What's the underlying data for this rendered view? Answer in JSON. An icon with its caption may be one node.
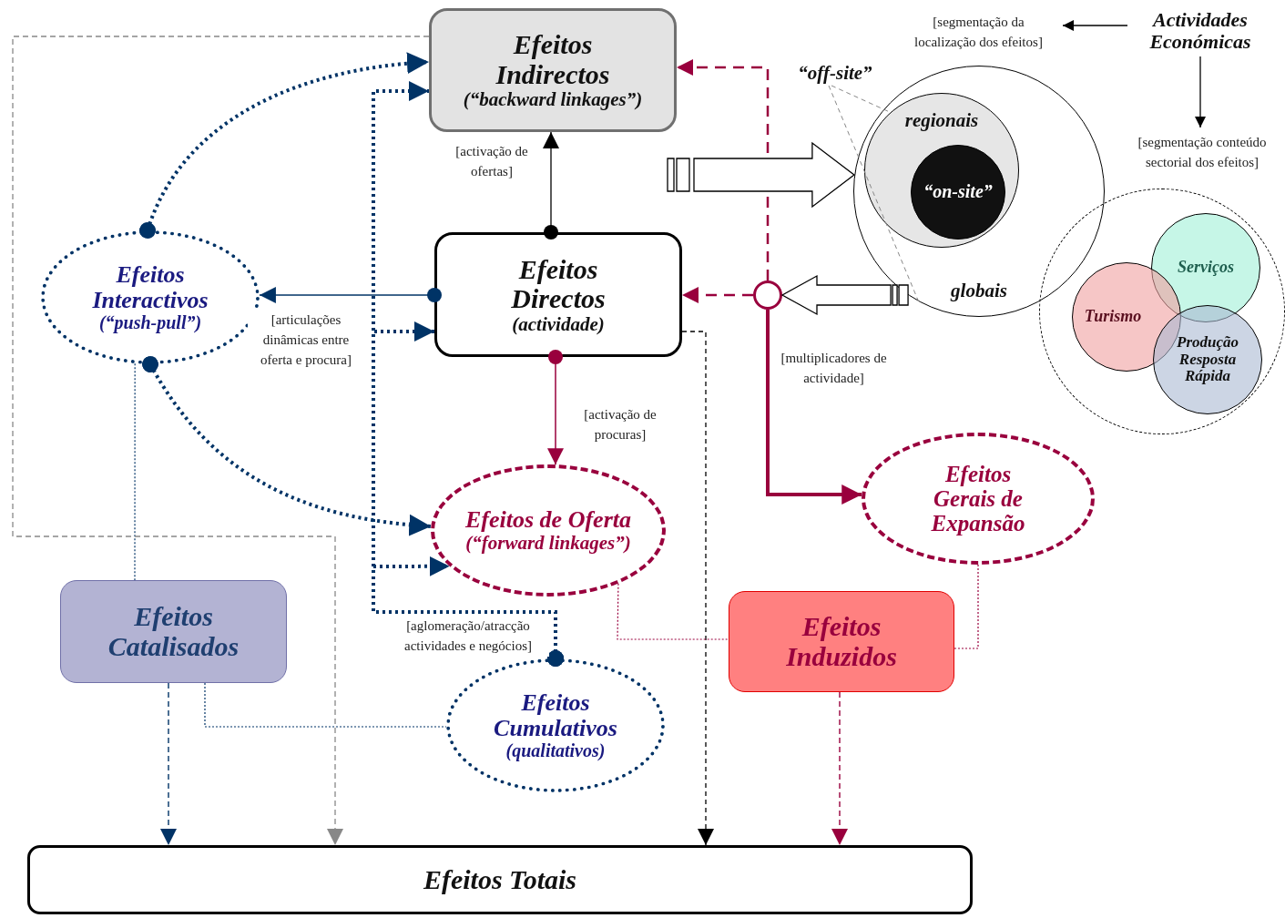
{
  "diagram": {
    "nodes": [
      {
        "text": [
          "Efeitos Indirectos",
          "(“backward linkages”)"
        ]
      },
      {
        "text": [
          "Actividades Económicas"
        ]
      },
      {
        "text": [
          "[segmentação da localização dos efeitos]"
        ]
      },
      {
        "text": [
          "[segmentação conteúdo sectorial dos efeitos]"
        ]
      },
      {
        "text": [
          "“off-site”"
        ]
      },
      {
        "text": [
          "globais"
        ]
      },
      {
        "text": [
          "regionais"
        ],
        "in": 5
      },
      {
        "text": [
          "“on-site”"
        ],
        "in": 6
      },
      {
        "text": [
          "Efeitos Directos",
          "(actividade)"
        ]
      },
      {
        "text": [
          "Efeitos Interactivos",
          "(“push-pull”)"
        ]
      },
      {
        "text": [],
        "shape": "circle"
      },
      {
        "text": [],
        "shape": "circle"
      },
      {
        "text": [
          "Serviços"
        ],
        "in": 11
      },
      {
        "text": [
          "Turismo"
        ],
        "in": 11
      },
      {
        "text": [
          "Produção Resposta Rápida"
        ],
        "in": 11
      },
      {
        "text": [
          "Efeitos de Oferta",
          "(“forward linkages”)"
        ]
      },
      {
        "text": [
          "Efeitos Gerais de Expansão"
        ]
      },
      {
        "text": [
          "Efeitos Catalisados"
        ]
      },
      {
        "text": [
          "Efeitos Induzidos"
        ]
      },
      {
        "text": [
          "Efeitos Cumulativos",
          "(qualitativos)"
        ]
      },
      {
        "text": [
          "Efeitos Totais"
        ]
      }
    ],
    "edges": [
      {
        "from": 1,
        "to": 2,
        "arrow": "to",
        "color": "#000000"
      },
      {
        "from": 1,
        "to": 3,
        "arrow": "to",
        "color": "#000000"
      },
      {
        "from": 4,
        "to": 6,
        "arrow": "none",
        "style": "dashed",
        "color": "#888888"
      },
      {
        "from": 4,
        "to": 5,
        "arrow": "none",
        "style": "dashed",
        "color": "#888888"
      },
      {
        "from": 8,
        "to": 0,
        "arrow": "to",
        "label": "[activação de ofertas]",
        "color": "#000000"
      },
      {
        "from": 8,
        "to": 9,
        "arrow": "to",
        "label": "[articulações dinâmicas entre oferta e procura]",
        "color": "#003366"
      },
      {
        "from": 8,
        "to": 15,
        "arrow": "to",
        "label": "[activação de procuras]",
        "color": "#99003d"
      },
      {
        "from": 10,
        "to": 8,
        "arrow": "to",
        "style": "dashed",
        "color": "#99003d"
      },
      {
        "from": 10,
        "to": 0,
        "arrow": "to",
        "style": "dashed",
        "color": "#99003d"
      },
      {
        "from": 10,
        "to": 16,
        "arrow": "to",
        "label": "[multiplicadores de actividade]",
        "style": "thick",
        "color": "#99003d"
      },
      {
        "from": null,
        "to": 5,
        "arrow": "to",
        "color": "#000000"
      },
      {
        "from": 5,
        "to": 10,
        "arrow": "to",
        "color": "#000000"
      },
      {
        "from": 9,
        "to": 0,
        "arrow": "to",
        "style": "dashed",
        "color": "#003366"
      },
      {
        "from": 9,
        "to": 15,
        "arrow": "to",
        "style": "dashed",
        "color": "#003366"
      },
      {
        "from": 19,
        "to": 0,
        "arrow": "to",
        "label": "[aglomeração/atracção actividades e negócios]",
        "style": "dashed",
        "color": "#003366"
      },
      {
        "from": 19,
        "to": 8,
        "arrow": "to",
        "style": "dashed",
        "color": "#003366"
      },
      {
        "from": 19,
        "to": 15,
        "arrow": "to",
        "style": "dashed",
        "color": "#003366"
      },
      {
        "from": 9,
        "to": 17,
        "arrow": "none",
        "style": "dashed",
        "color": "#003366"
      },
      {
        "from": 17,
        "to": 19,
        "arrow": "none",
        "style": "dashed",
        "color": "#003366"
      },
      {
        "from": 17,
        "to": 20,
        "arrow": "to",
        "style": "dashed",
        "color": "#003366"
      },
      {
        "from": 0,
        "to": 20,
        "arrow": "to",
        "style": "dashed",
        "color": "#888888"
      },
      {
        "from": 8,
        "to": 20,
        "arrow": "to",
        "style": "dashed",
        "color": "#000000"
      },
      {
        "from": 15,
        "to": 18,
        "arrow": "none",
        "style": "dashed",
        "color": "#99003d"
      },
      {
        "from": 16,
        "to": 18,
        "arrow": "none",
        "style": "dashed",
        "color": "#99003d"
      },
      {
        "from": 18,
        "to": 20,
        "arrow": "to",
        "style": "dashed",
        "color": "#99003d"
      }
    ]
  }
}
